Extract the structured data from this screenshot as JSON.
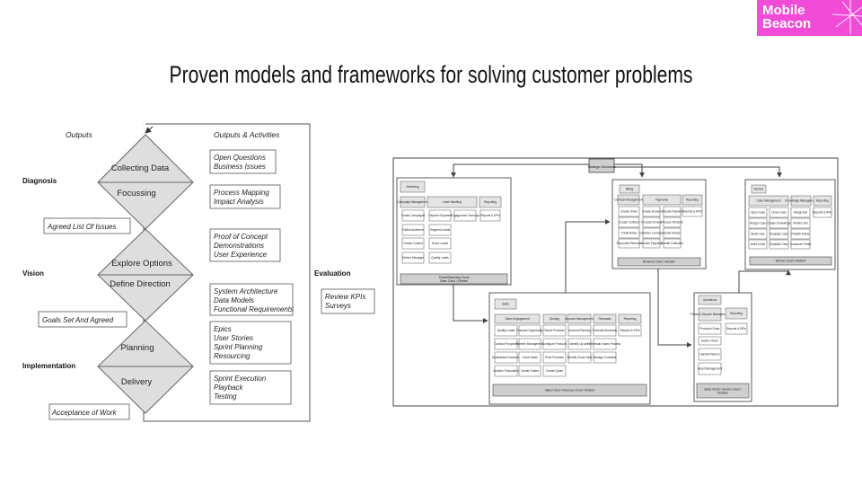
{
  "logo": {
    "line1": "Mobile",
    "line2": "Beacon"
  },
  "slide": {
    "title": "Proven models and frameworks for solving customer problems"
  },
  "left": {
    "outputs_header": "Outputs",
    "activities_header": "Outputs & Activities",
    "phases": {
      "diagnosis": "Diagnosis",
      "vision": "Vision",
      "implementation": "Implementation"
    },
    "evaluation": "Evaluation",
    "steps": [
      "Collecting Data",
      "Focussing",
      "Explore Options",
      "Define Direction",
      "Planning",
      "Delivery"
    ],
    "outputs": [
      "Agreed List Of Issues",
      "Goals Set And Agreed",
      "Acceptance of Work"
    ],
    "activities": [
      [
        "Open Questions",
        "Business Issues"
      ],
      [
        "Process Mapping",
        "Impact Analysis"
      ],
      [
        "Proof of Concept",
        "Demonstrations",
        "User Experience"
      ],
      [
        "System Architecture",
        "Data Models",
        "Functional Requirements"
      ],
      [
        "Epics",
        "User Stories",
        "Sprint Planning",
        "Resourcing"
      ],
      [
        "Sprint Execution",
        "Playback",
        "Testing"
      ]
    ],
    "evaluation_box": [
      "Review KPIs",
      "Surveys"
    ]
  },
  "right": {
    "top": "Strategic Decisions",
    "marketing": {
      "header": "Marketing",
      "cols": [
        "Campaign Management",
        "Lead Handling",
        "Reporting"
      ],
      "items": [
        "Create Campaigns",
        "Capture Enquiries",
        "Engagement Journeys",
        "Reports & KPIs",
        "Define Audience",
        "Segment Leads",
        "Create Content",
        "Score Leads",
        "Deliver Message",
        "Qualify Leads"
      ],
      "footer": [
        "Pardot/Marketing Cloud",
        "Sales Cloud / Einstein"
      ]
    },
    "sales": {
      "header": "Sales",
      "cols": [
        "Sales Engagement",
        "Quoting",
        "Account Management",
        "Renewals",
        "Reporting"
      ],
      "items": [
        "Qualify Leads",
        "Forecast Opportunity",
        "Select Products",
        "Account Planning",
        "Forecast Renewals",
        "Reports & KPIs",
        "Contact Prospects",
        "Pipeline Management",
        "Configure Products",
        "Identify Up-sells",
        "Renewals Sales Process",
        "Understand Customer",
        "Close Deals",
        "Price Products",
        "Identify Cross-Sells",
        "Manage Contracts",
        "Solution Proposition",
        "Create Orders",
        "Create Quote"
      ],
      "footer": "Sales Cloud / Revenue Cloud / Einstein"
    },
    "billing": {
      "header": "Billing",
      "cols": [
        "Contract Management",
        "Payments",
        "Reporting"
      ],
      "items": [
        "Create Order",
        "Create Invoice",
        "Allocate Payment",
        "Reports & KPIs",
        "Create Contract",
        "Process Invoice",
        "Process Refunds",
        "Credit Notes",
        "Customer Contracts",
        "Email Invoice",
        "Reconcile Revenue",
        "Invoice Payment",
        "Handle Collection"
      ],
      "footer": "Revenue Cloud / Einstein"
    },
    "service": {
      "header": "Service",
      "cols": [
        "Case Management",
        "Knowledge Management",
        "Reporting"
      ],
      "items": [
        "Open Case",
        "Close Case",
        "Assign Bot",
        "Reports & KPIs",
        "Assign Case",
        "Create Knowledge",
        "Monitor Bot",
        "Work Case",
        "Escalate Case",
        "Publish Article",
        "Work in Bot",
        "Escalate Case",
        "Customer Portal"
      ],
      "footer": "Service Cloud / Einstein"
    },
    "operations": {
      "header": "Operations",
      "cols": [
        "Product Lifecycle Management",
        "Reporting"
      ],
      "items": [
        "Provision Order",
        "Reports & KPIs",
        "Deliver Order",
        "Handle Returns",
        "Asset Management"
      ],
      "footer": [
        "Sales Cloud / Service Cloud /",
        "Einstein"
      ]
    }
  }
}
